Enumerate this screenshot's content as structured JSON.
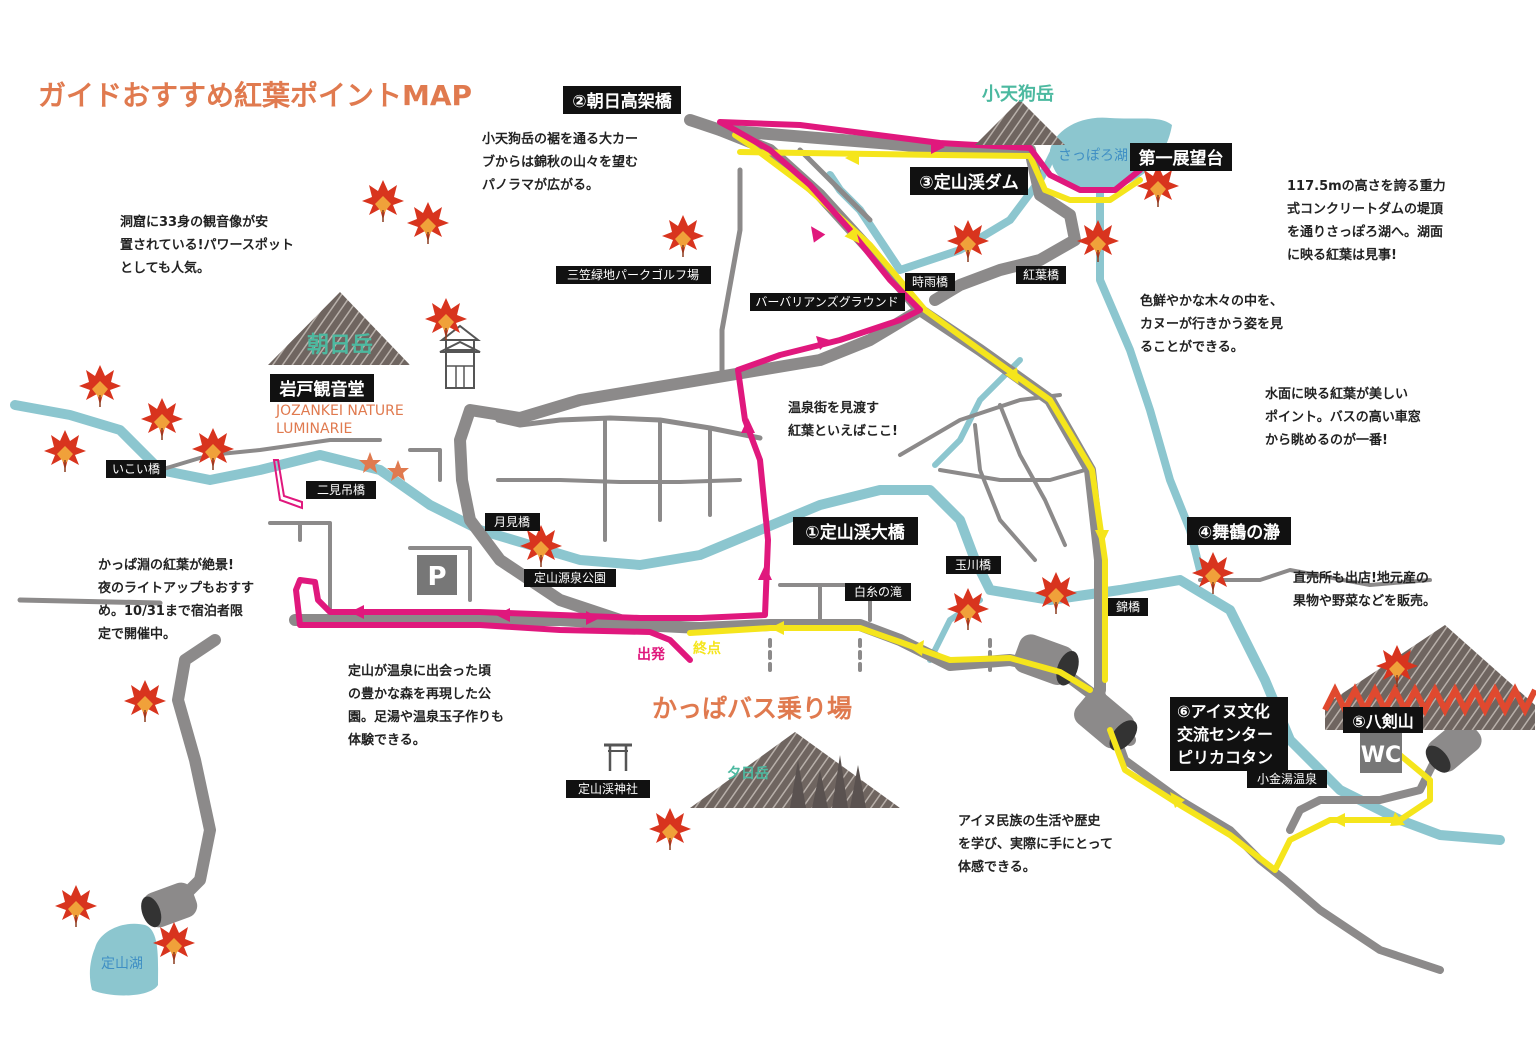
{
  "title": "ガイドおすすめ紅葉ポイントMAP",
  "colors": {
    "road": "#8c8a8a",
    "river": "#8cc6cf",
    "pink_route": "#e0187d",
    "yellow_route": "#f5e51c",
    "orange_text": "#e07a4f",
    "teal_text": "#4cb9a0",
    "blue_text": "#3f8fc4",
    "label_bg": "#111111",
    "leaf_red": "#d8341e",
    "leaf_orange": "#f0a13a"
  },
  "points": {
    "p1": "①定山渓大橋",
    "p2": "②朝日高架橋",
    "p3": "③定山渓ダム",
    "p4": "④舞鶴の瀞",
    "p5": "⑤八剣山",
    "p6_line1": "⑥アイヌ文化",
    "p6_line2": "交流センター",
    "p6_line3": "ピリカコタン",
    "observatory": "第一展望台",
    "iwato": "岩戸観音堂"
  },
  "mountains": {
    "kotengu": "小天狗岳",
    "asahi": "朝日岳",
    "yuhi": "夕日岳"
  },
  "lakes": {
    "sapporo": "さっぽろ湖",
    "jozan": "定山湖"
  },
  "landmarks": {
    "shigure": "時雨橋",
    "koyo": "紅葉橋",
    "barbarian": "バーバリアンズグラウンド",
    "mikasa": "三笠緑地パークゴルフ場",
    "ikoi": "いこい橋",
    "futami": "二見吊橋",
    "tsukimi": "月見橋",
    "gensen": "定山源泉公園",
    "shiraito": "白糸の滝",
    "tamagawa": "玉川橋",
    "nishiki": "錦橋",
    "shrine": "定山渓神社",
    "koganeyu": "小金湯温泉",
    "parking": "P",
    "wc": "WC"
  },
  "luminarie": {
    "line1": "JOZANKEI NATURE",
    "line2": "LUMINARIE"
  },
  "bus": {
    "stop": "かっぱバス乗り場",
    "start": "出発",
    "end": "終点"
  },
  "descriptions": {
    "kannon": [
      "洞窟に33身の観音像が安",
      "置されている!パワースポット",
      "としても人気。"
    ],
    "asahi_bridge": [
      "小天狗岳の裾を通る大カー",
      "ブからは錦秋の山々を望む",
      "パノラマが広がる。"
    ],
    "dam": [
      "117.5mの高さを誇る重力",
      "式コンクリートダムの堤頂",
      "を通りさっぽろ湖へ。湖面",
      "に映る紅葉は見事!"
    ],
    "canoe": [
      "色鮮やかな木々の中を、",
      "カヌーが行きかう姿を見",
      "ることができる。"
    ],
    "maizuru": [
      "水面に映る紅葉が美しい",
      "ポイント。バスの高い車窓",
      "から眺めるのが一番!"
    ],
    "onsen_view": [
      "温泉街を見渡す",
      "紅葉といえばここ!"
    ],
    "kappa": [
      "かっぱ淵の紅葉が絶景!",
      "夜のライトアップもおすす",
      "め。10/31まで宿泊者限",
      "定で開催中。"
    ],
    "park": [
      "定山が温泉に出会った頃",
      "の豊かな森を再現した公",
      "園。足湯や温泉玉子作りも",
      "体験できる。"
    ],
    "ainu": [
      "アイヌ民族の生活や歴史",
      "を学び、実際に手にとって",
      "体感できる。"
    ],
    "market": [
      "直売所も出店!地元産の",
      "果物や野菜などを販売。"
    ]
  }
}
